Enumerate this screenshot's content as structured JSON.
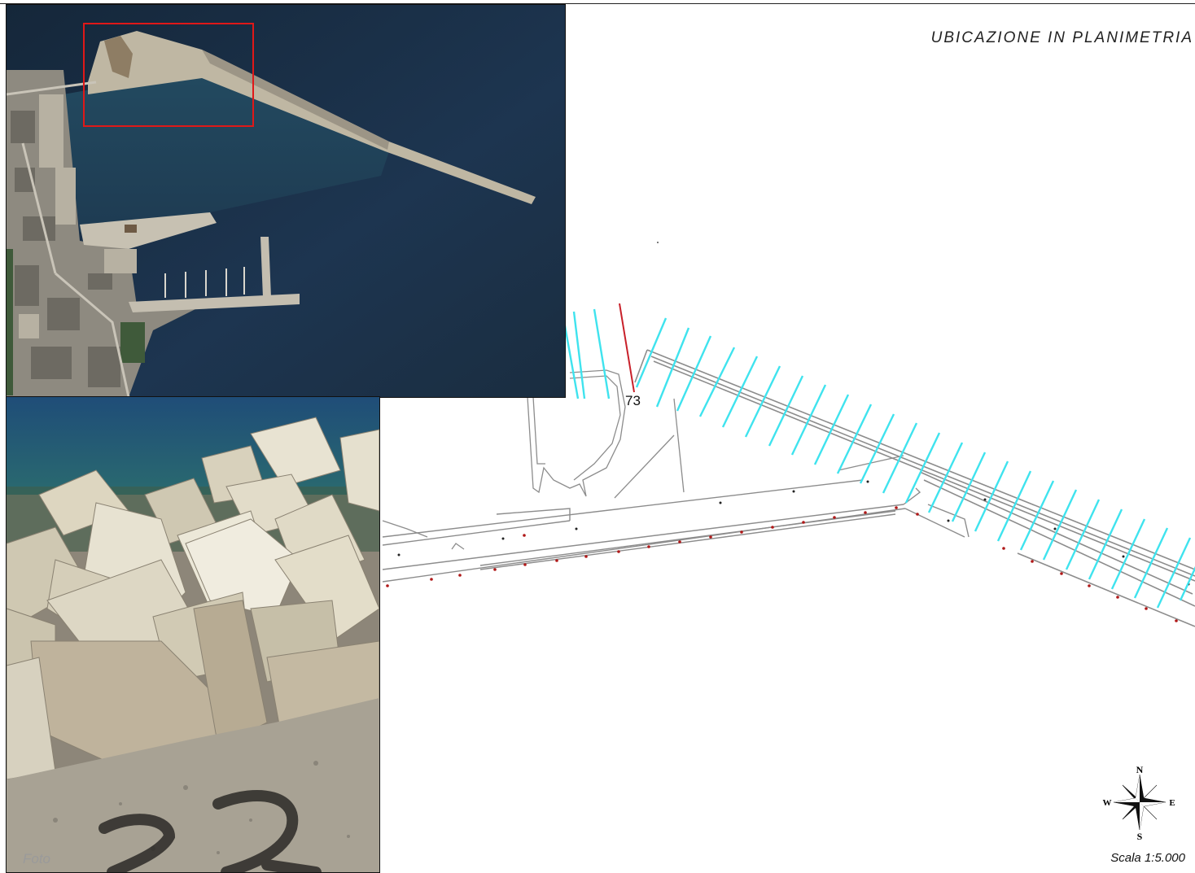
{
  "document": {
    "title": "UBICAZIONE IN PLANIMETRIA",
    "section_number": "73",
    "photo_label": "Foto",
    "scale_label": "Scala 1:5.000"
  },
  "compass": {
    "north": "N",
    "south": "S",
    "east": "E",
    "west": "W"
  },
  "colors": {
    "transect": "#3fe3ee",
    "highlight_transect": "#c8202a",
    "plan_lines": "#8c8c8c",
    "aerial_sea": "#1b2f44",
    "highlight_box": "#e01818"
  }
}
